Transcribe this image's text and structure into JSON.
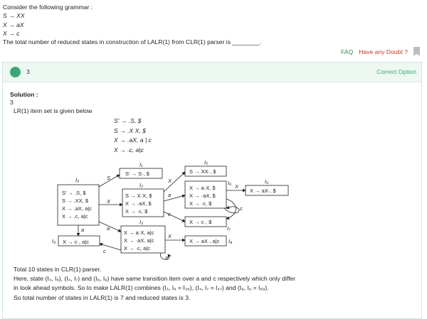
{
  "question": {
    "intro": "Consider the following grammar :",
    "grammar": [
      "S → XX",
      "X → aX",
      "X → c"
    ],
    "prompt": "The total number of reduced states in construction of LALR(1) from CLR(1) parser is ________."
  },
  "links": {
    "faq": "FAQ",
    "doubt": "Have any Doubt ?"
  },
  "answer": {
    "value": "3",
    "status": "Correct Option"
  },
  "solution": {
    "heading": "Solution :",
    "value": "3",
    "lr_intro": "LR(1) item set is given below",
    "productions": [
      "S′ → .S, $",
      "S → .X X, $",
      "X → .aX, a | c",
      "X → .c, a|c"
    ],
    "diagram": {
      "states": {
        "I0": {
          "label": "I₀",
          "items": [
            "S′ → .S, $",
            "S → .XX, $",
            "X → .aX, a|c",
            "X → .c, a|c"
          ]
        },
        "I1": {
          "label": "I₁",
          "items": [
            "S′ → S·, $"
          ]
        },
        "I2": {
          "label": "I₂",
          "items": [
            "S → X·X, $",
            "X → ·aX, $",
            "X → ·c, $"
          ]
        },
        "I3": {
          "label": "I₃",
          "items": [
            "X → a·X, a|c",
            "X → ·aX, a|c",
            "X → ·c, a|c"
          ]
        },
        "I4": {
          "label": "I₄",
          "items": [
            "X → c·, a|c"
          ]
        },
        "I5": {
          "label": "I₅",
          "items": [
            "S → XX·, $"
          ]
        },
        "I6": {
          "label": "I₆",
          "items": [
            "X → a·X, $",
            "X → ·aX, $",
            "X → ·c, $"
          ]
        },
        "I7": {
          "label": "I₇",
          "items": [
            "X → c·, $"
          ]
        },
        "I8": {
          "label": "I₈",
          "items": [
            "X → aX·, a|c"
          ]
        },
        "I9": {
          "label": "I₉",
          "items": [
            "X → aX·, $"
          ]
        }
      },
      "edges": [
        "S",
        "X",
        "X",
        "a",
        "c",
        "X",
        "a",
        "a",
        "c",
        "X",
        "c",
        "a"
      ]
    },
    "summary": [
      "Total 10 states in CLR(1) parser.",
      "Here, state (I₃, I₆), (I₄, I₇) and (I₈, I₉) have same transition item over a and c respectively which only differ",
      "in look ahead symbols. So to make LALR(1) combines (I₃, I₆ = I₃₆), (I₄, I₇ = I₄₇) and (I₈, I₉ = I₈₉).",
      "So total number of states in LALR(1) is 7 and reduced states is 3."
    ]
  }
}
